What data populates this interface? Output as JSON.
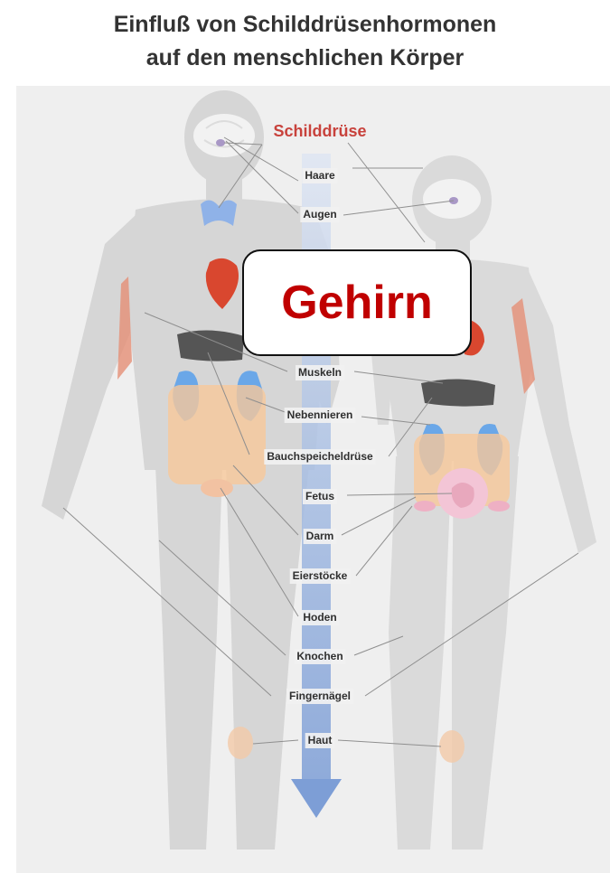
{
  "title": {
    "line1": "Einfluß von Schilddrüsenhormonen",
    "line2": "auf den menschlichen Körper"
  },
  "labels": {
    "schilddruese": "Schilddrüse",
    "haare": "Haare",
    "augen": "Augen",
    "muskeln": "Muskeln",
    "nebennieren": "Nebennieren",
    "bauchspeicheldruese": "Bauchspeicheldrüse",
    "fetus": "Fetus",
    "darm": "Darm",
    "eierstoecke": "Eierstöcke",
    "hoden": "Hoden",
    "knochen": "Knochen",
    "fingernaegel": "Fingernägel",
    "haut": "Haut"
  },
  "callout": {
    "text": "Gehirn"
  },
  "colors": {
    "title": "#333333",
    "label": "#2f2f2f",
    "schilddruese_label": "#c8423c",
    "callout_text": "#c00000",
    "arrow": "#8aa8d6",
    "silhouette": "#d4d4d4",
    "kidney": "#6aa7e8",
    "intestine": "#f7c89a",
    "heart": "#d9472f",
    "pancreas": "#555555"
  }
}
